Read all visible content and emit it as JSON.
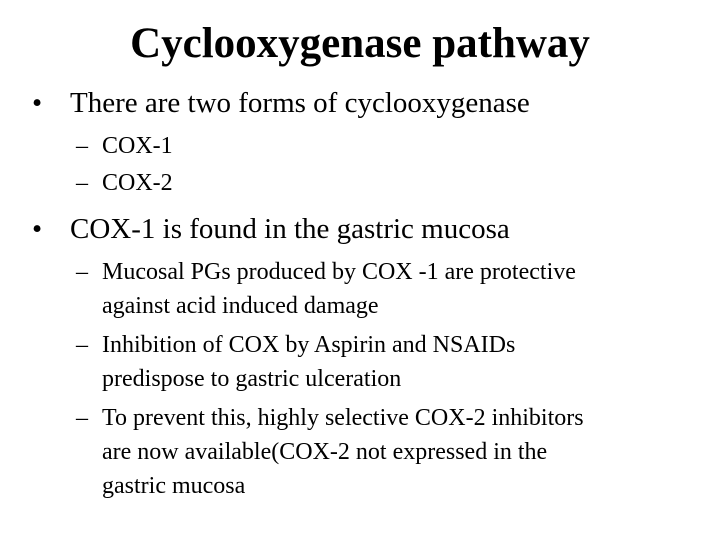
{
  "title": "Cyclooxygenase pathway",
  "bullet_symbol": "•",
  "dash_symbol": "–",
  "items": [
    {
      "text": "There are two forms of cyclooxygenase",
      "sub": [
        {
          "lines": [
            "COX-1"
          ]
        },
        {
          "lines": [
            "COX-2"
          ]
        }
      ]
    },
    {
      "text": "COX-1 is found in the gastric mucosa",
      "sub": [
        {
          "lines": [
            "Mucosal PGs produced by COX -1 are protective",
            "against acid induced damage"
          ]
        },
        {
          "lines": [
            "Inhibition of COX by Aspirin and NSAIDs",
            "predispose to gastric ulceration"
          ]
        },
        {
          "lines": [
            "To prevent this, highly selective COX-2 inhibitors",
            "are now available(COX-2 not expressed in the",
            "gastric mucosa"
          ]
        }
      ]
    }
  ]
}
